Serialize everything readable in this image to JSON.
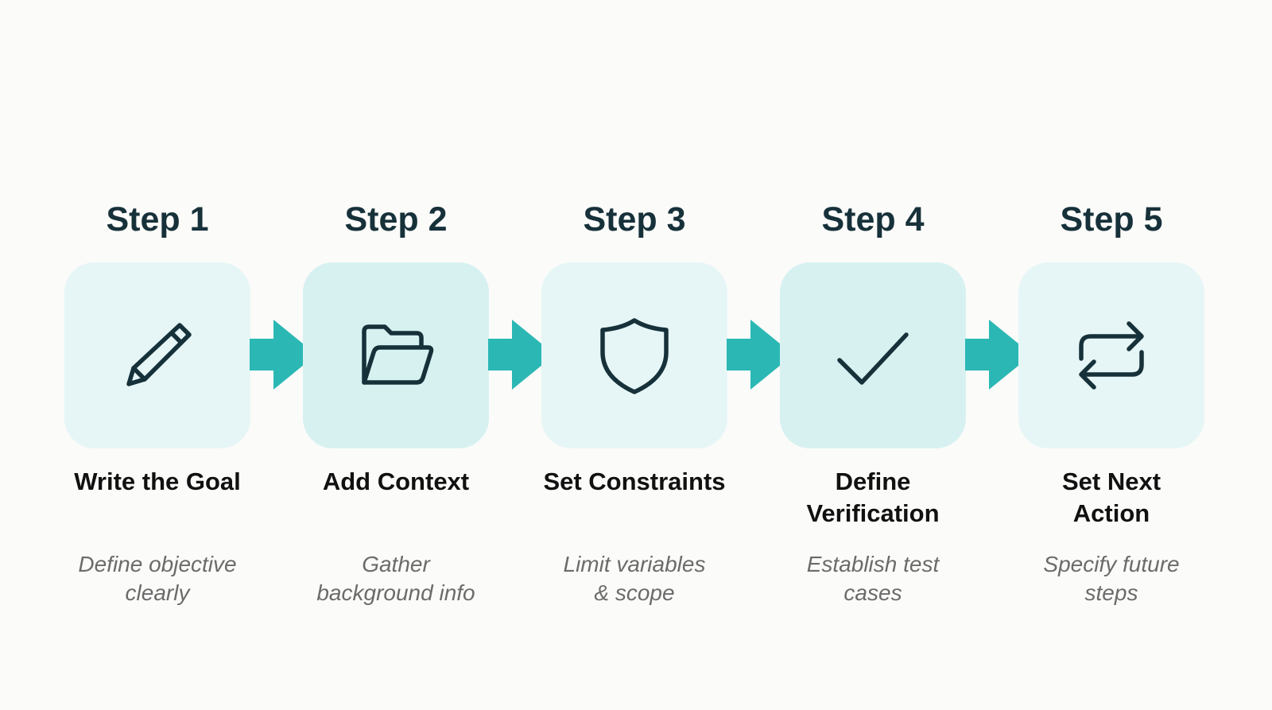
{
  "accent_color": "#2bb8b5",
  "icon_color": "#17313a",
  "steps": [
    {
      "title": "Step 1",
      "name_lines": [
        "Write the Goal"
      ],
      "desc_lines": [
        "Define objective",
        "clearly"
      ],
      "icon": "pencil-icon"
    },
    {
      "title": "Step 2",
      "name_lines": [
        "Add Context"
      ],
      "desc_lines": [
        "Gather",
        "background info"
      ],
      "icon": "folder-icon"
    },
    {
      "title": "Step 3",
      "name_lines": [
        "Set Constraints"
      ],
      "desc_lines": [
        "Limit variables",
        "& scope"
      ],
      "icon": "shield-icon"
    },
    {
      "title": "Step 4",
      "name_lines": [
        "Define",
        "Verification"
      ],
      "desc_lines": [
        "Establish test",
        "cases"
      ],
      "icon": "checkmark-icon"
    },
    {
      "title": "Step 5",
      "name_lines": [
        "Set Next",
        "Action"
      ],
      "desc_lines": [
        "Specify future",
        "steps"
      ],
      "icon": "repeat-icon"
    }
  ]
}
